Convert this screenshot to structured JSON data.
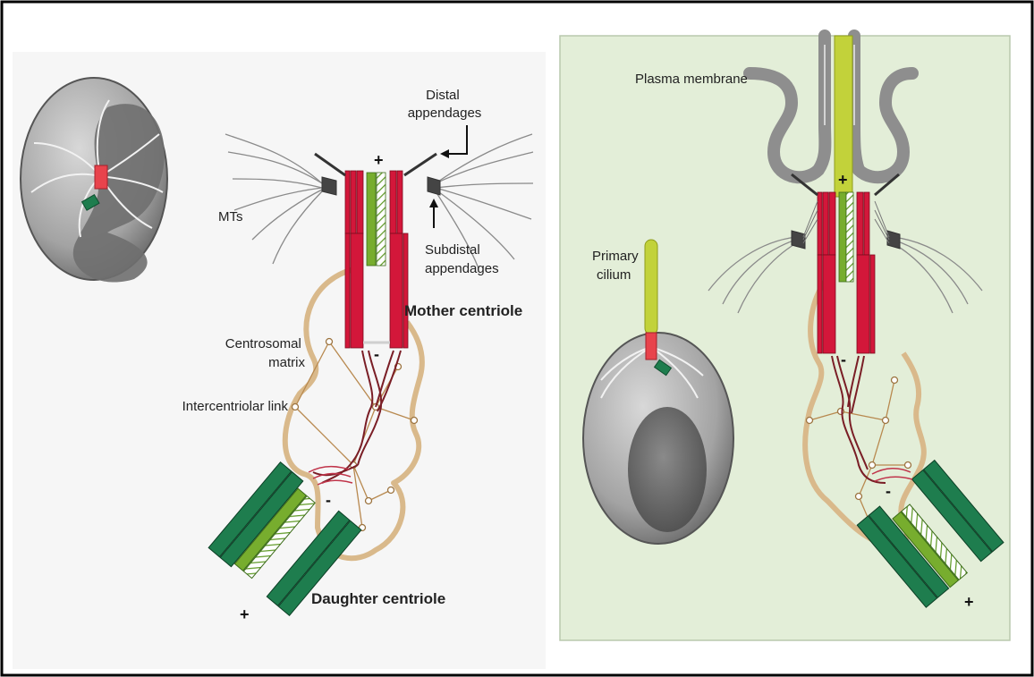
{
  "colors": {
    "frame": "#000000",
    "right_panel_bg": "#e3eed8",
    "right_panel_border": "#b9c8ad",
    "mother_centriole": "#d3173a",
    "daughter_centriole": "#1e7d4e",
    "inner_green": "#77ad2e",
    "cilium": "#c2d23a",
    "matrix": "#d9b98b",
    "links": "#7a1e26",
    "cell_gray": "#9a9a9a",
    "membrane_gray": "#8e8e8e"
  },
  "labels": {
    "distal_appendages": [
      "Distal",
      "appendages"
    ],
    "mts": "MTs",
    "subdistal_appendages": [
      "Subdistal",
      "appendages"
    ],
    "mother_centriole": "Mother centriole",
    "centrosomal_matrix": [
      "Centrosomal",
      "matrix"
    ],
    "intercentriolar_link": "Intercentriolar link",
    "daughter_centriole": "Daughter centriole",
    "plasma_membrane": "Plasma membrane",
    "primary_cilium": [
      "Primary",
      "cilium"
    ]
  },
  "signs": {
    "left_mother_plus": "+",
    "left_mother_minus": "-",
    "left_daughter_minus": "-",
    "left_daughter_plus": "+",
    "right_cilium_plus": "+",
    "right_mother_minus": "-",
    "right_daughter_minus": "-",
    "right_daughter_plus": "+"
  }
}
